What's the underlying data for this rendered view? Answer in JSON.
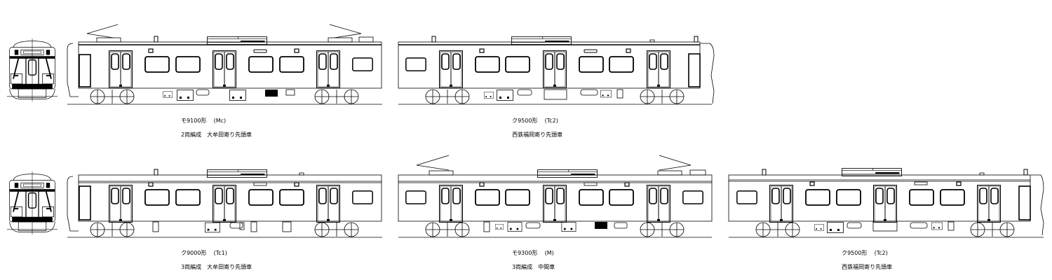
{
  "drawings": [
    {
      "id": "mo9100",
      "model": "モ9100形",
      "code": "(Mc)",
      "formation": "2両編成　大牟田寄り先頭車",
      "row": 0,
      "has_front_view": true,
      "pantograph": true
    },
    {
      "id": "ku9500-a",
      "model": "ク9500形",
      "code": "(Tc2)",
      "formation": "西鉄福岡寄り先頭車",
      "row": 0,
      "has_front_view": false,
      "pantograph": false
    },
    {
      "id": "ku9000",
      "model": "ク9000形",
      "code": "(Tc1)",
      "formation": "3両編成　大牟田寄り先頭車",
      "row": 1,
      "has_front_view": true,
      "pantograph": false
    },
    {
      "id": "mo9300",
      "model": "モ9300形",
      "code": "(M)",
      "formation": "3両編成　中間車",
      "row": 1,
      "has_front_view": false,
      "pantograph": true
    },
    {
      "id": "ku9500-b",
      "model": "ク9500形",
      "code": "(Tc2)",
      "formation": "西鉄福岡寄り先頭車",
      "row": 1,
      "has_front_view": false,
      "pantograph": false
    }
  ],
  "colors": {
    "line": "#000000",
    "background": "#ffffff"
  }
}
